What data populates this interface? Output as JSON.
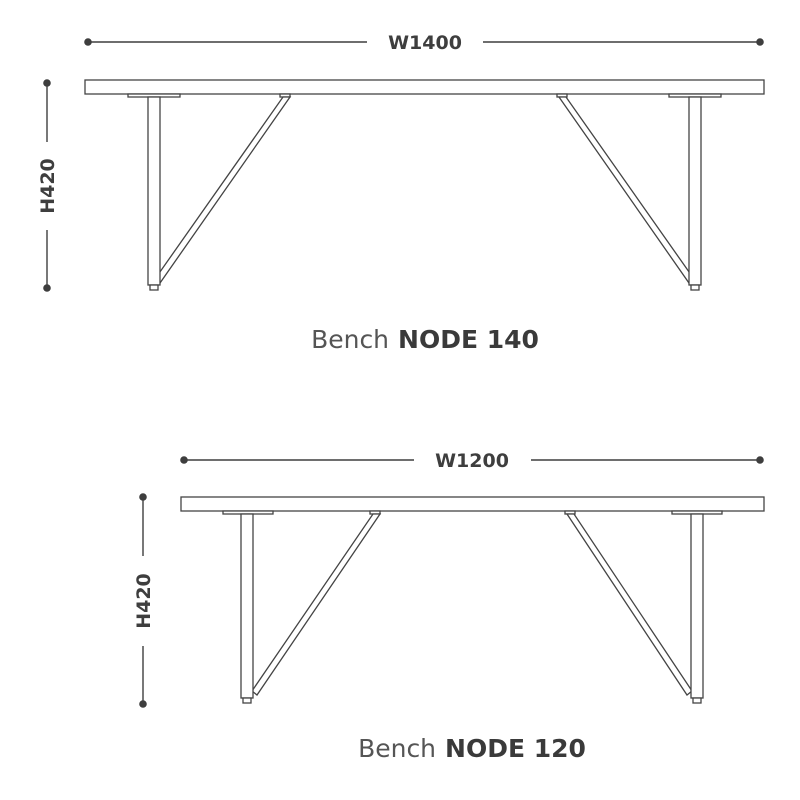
{
  "benches": [
    {
      "width_label": "W1400",
      "height_label": "H420",
      "caption_prefix": "Bench",
      "caption_model": "NODE 140"
    },
    {
      "width_label": "W1200",
      "height_label": "H420",
      "caption_prefix": "Bench",
      "caption_model": "NODE 120"
    }
  ],
  "colors": {
    "line": "#3e3e3e",
    "outline": "#444444",
    "background": "#ffffff"
  }
}
